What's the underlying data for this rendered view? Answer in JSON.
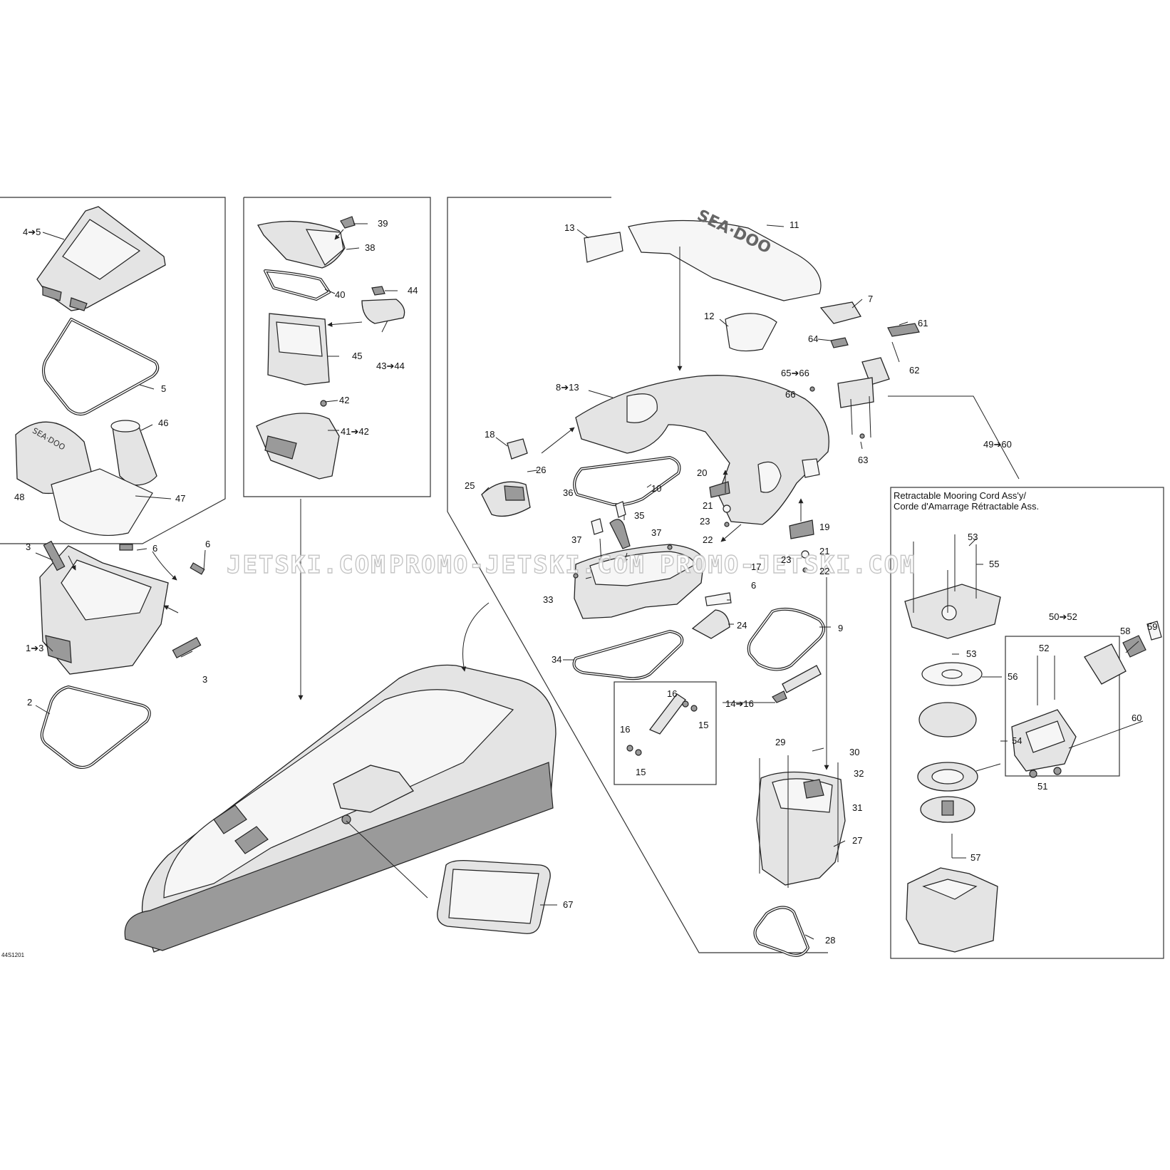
{
  "watermark": {
    "parts": [
      "JETSKI.COM",
      "PROMO-JETSKI.COM",
      "PROMO-JETSKI.COM"
    ]
  },
  "diagram_code": "44S1201",
  "inset": {
    "title_line1": "Retractable Mooring Cord Ass'y/",
    "title_line2": "Corde d'Amarrage Rétractable Ass."
  },
  "callouts": {
    "c4_5": "4➔5",
    "c5": "5",
    "c46": "46",
    "c48": "48",
    "c47": "47",
    "c3a": "3",
    "c6a": "6",
    "c6b": "6",
    "c3b": "3",
    "c1_3": "1➔3",
    "c2": "2",
    "c39": "39",
    "c38": "38",
    "c40": "40",
    "c44": "44",
    "c45": "45",
    "c43_44": "43➔44",
    "c42": "42",
    "c41_42": "41➔42",
    "c13": "13",
    "c11": "11",
    "c7": "7",
    "c12": "12",
    "c61": "61",
    "c64": "64",
    "c62": "62",
    "c65_66": "65➔66",
    "c66": "66",
    "c63": "63",
    "c8_13": "8➔13",
    "c49_60": "49➔60",
    "c18": "18",
    "c26": "26",
    "c25": "25",
    "c20": "20",
    "c21a": "21",
    "c23a": "23",
    "c22a": "22",
    "c10": "10",
    "c36": "36",
    "c35": "35",
    "c37a": "37",
    "c37b": "37",
    "c19": "19",
    "c21b": "21",
    "c23b": "23",
    "c22b": "22",
    "c17": "17",
    "c6c": "6",
    "c33": "33",
    "c24": "24",
    "c9": "9",
    "c34": "34",
    "c16a": "16",
    "c15a": "15",
    "c14_16": "14➔16",
    "c16b": "16",
    "c15b": "15",
    "c29": "29",
    "c30": "30",
    "c32": "32",
    "c31": "31",
    "c27": "27",
    "c28": "28",
    "c67": "67",
    "c53a": "53",
    "c55": "55",
    "c50_52": "50➔52",
    "c58": "58",
    "c59": "59",
    "c52": "52",
    "c53b": "53",
    "c56": "56",
    "c60": "60",
    "c54": "54",
    "c51": "51",
    "c57": "57"
  }
}
